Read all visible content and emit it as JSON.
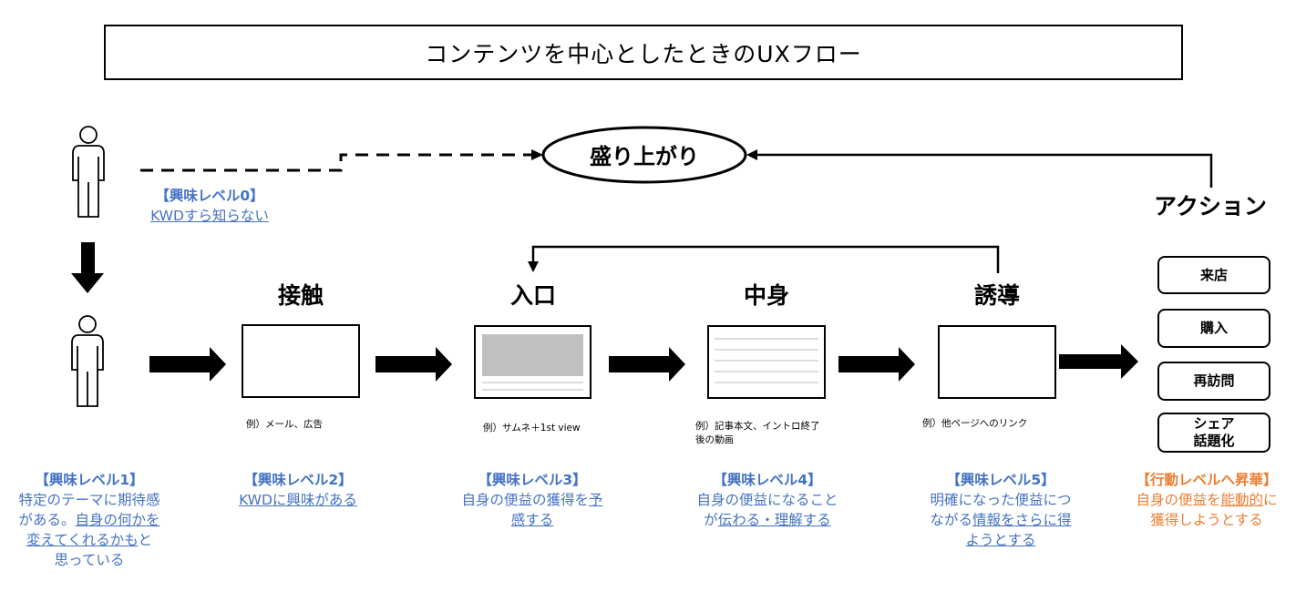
{
  "title": "コンテンツを中心としたときのUXフロー",
  "excitement": "盛り上がり",
  "action_heading": "アクション",
  "level0": {
    "tag": "【興味レベル0】",
    "text": "KWDすら知らない"
  },
  "stages": [
    {
      "title": "接触",
      "example": "例）メール、広告"
    },
    {
      "title": "入口",
      "example": "例）サムネ＋1st view"
    },
    {
      "title": "中身",
      "example_line1": "例）記事本文、イントロ終了",
      "example_line2": "後の動画"
    },
    {
      "title": "誘導",
      "example": "例）他ページへのリンク"
    }
  ],
  "actions": [
    "来店",
    "購入",
    "再訪問",
    "シェア",
    "話題化"
  ],
  "levels": [
    {
      "tag": "【興味レベル1】",
      "l1": "特定のテーマに期待感",
      "l2a": "がある。",
      "l2b": "自身の何かを",
      "l3a": "変えてくれるかも",
      "l3b": "と",
      "l4": "思っている"
    },
    {
      "tag": "【興味レベル2】",
      "l1": "KWDに興味がある"
    },
    {
      "tag": "【興味レベル3】",
      "l1a": "自身の便益の獲得を",
      "l1b": "予",
      "l2": "感する"
    },
    {
      "tag": "【興味レベル4】",
      "l1": "自身の便益になること",
      "l2a": "が",
      "l2b": "伝わる・理解する"
    },
    {
      "tag": "【興味レベル5】",
      "l1": "明確になった便益につ",
      "l2a": "ながる",
      "l2b": "情報をさらに得",
      "l3": "ようとする"
    },
    {
      "tag": "【行動レベルへ昇華】",
      "l1a": "自身の便益を",
      "l1b": "能動的",
      "l1c": "に",
      "l2": "獲得しようとする"
    }
  ],
  "colors": {
    "blue": "#4472c4",
    "orange": "#ed7d31",
    "gray_fill": "#c0c0c0"
  }
}
